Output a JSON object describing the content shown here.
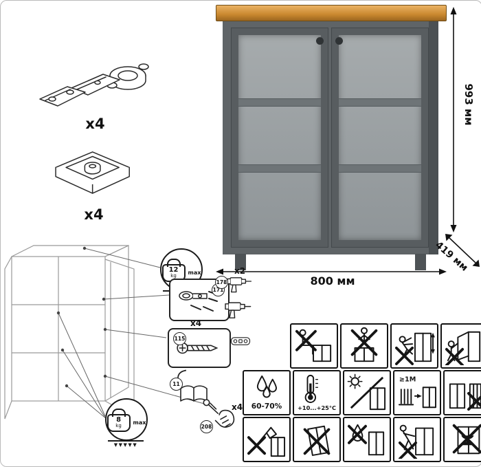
{
  "colors": {
    "wood_top": "#c9882f",
    "cabinet_gray": "#5f6467",
    "interior_gray": "#9aa0a3",
    "line_art": "#222222"
  },
  "parts": [
    {
      "id": "hinge",
      "qty": "x4"
    },
    {
      "id": "foot",
      "qty": "x4"
    }
  ],
  "dimensions": {
    "height": "993 мм",
    "width": "800 мм",
    "depth": "419 мм"
  },
  "assembly": {
    "top_limit": {
      "value": "12",
      "unit": "kg",
      "note": "max"
    },
    "bottom_limit": {
      "value": "8",
      "unit": "kg",
      "note": "max"
    },
    "load_arrows": "▼▼▼▼▼",
    "labels": {
      "drill_qty": "x2",
      "hinge_screw_qty": "x4",
      "hand_screw_qty": "x4",
      "part_hinge": "171",
      "part_drill": "178",
      "part_screw": "115",
      "part_manual": "11",
      "part_hand_screw": "208"
    }
  },
  "warnings": {
    "rows": [
      {
        "cells": [
          {
            "icon": "no-sitting",
            "label": ""
          },
          {
            "icon": "no-standing",
            "label": ""
          },
          {
            "icon": "no-climbing",
            "label": ""
          },
          {
            "icon": "no-hanging-on-doors",
            "label": ""
          }
        ]
      },
      {
        "cells": [
          {
            "icon": "humidity",
            "label": "60-70%"
          },
          {
            "icon": "temperature",
            "label": "+10...+25°C"
          },
          {
            "icon": "no-direct-sunlight",
            "label": ""
          },
          {
            "icon": "heat-source-distance",
            "label": "≥1M"
          },
          {
            "icon": "no-heater-contact",
            "label": ""
          }
        ]
      },
      {
        "cells": [
          {
            "icon": "no-sharp-tools",
            "label": ""
          },
          {
            "icon": "no-tilting",
            "label": ""
          },
          {
            "icon": "no-liquids",
            "label": ""
          },
          {
            "icon": "no-dragging",
            "label": ""
          },
          {
            "icon": "no-heavy-objects",
            "label": ""
          }
        ]
      }
    ]
  }
}
